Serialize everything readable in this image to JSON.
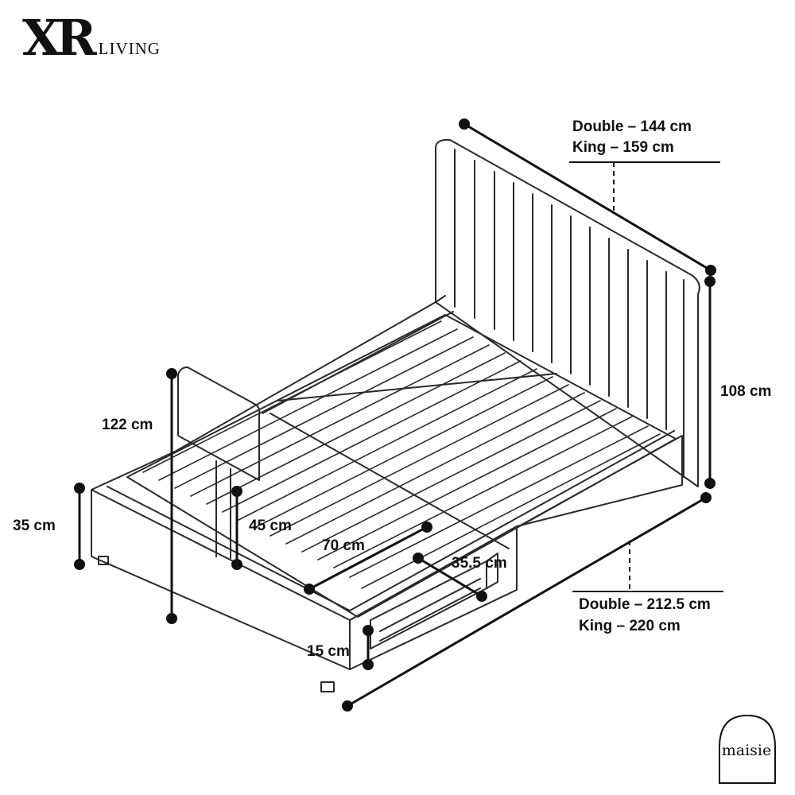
{
  "brand": {
    "mark": "XR",
    "word": "LIVING",
    "badge": "maisie"
  },
  "dimensions": {
    "width": {
      "double": "Double – 144 cm",
      "king": "King – 159 cm"
    },
    "length": {
      "double": "Double – 212.5 cm",
      "king": "King – 220 cm"
    },
    "headboard_height": "108 cm",
    "footboard_height": "122 cm",
    "side_height": "35 cm",
    "ground_clearance": "45 cm",
    "drawer_width": "70 cm",
    "drawer_depth": "35.5 cm",
    "drawer_height": "15 cm"
  },
  "colors": {
    "ink": "#111111",
    "background": "#ffffff"
  }
}
